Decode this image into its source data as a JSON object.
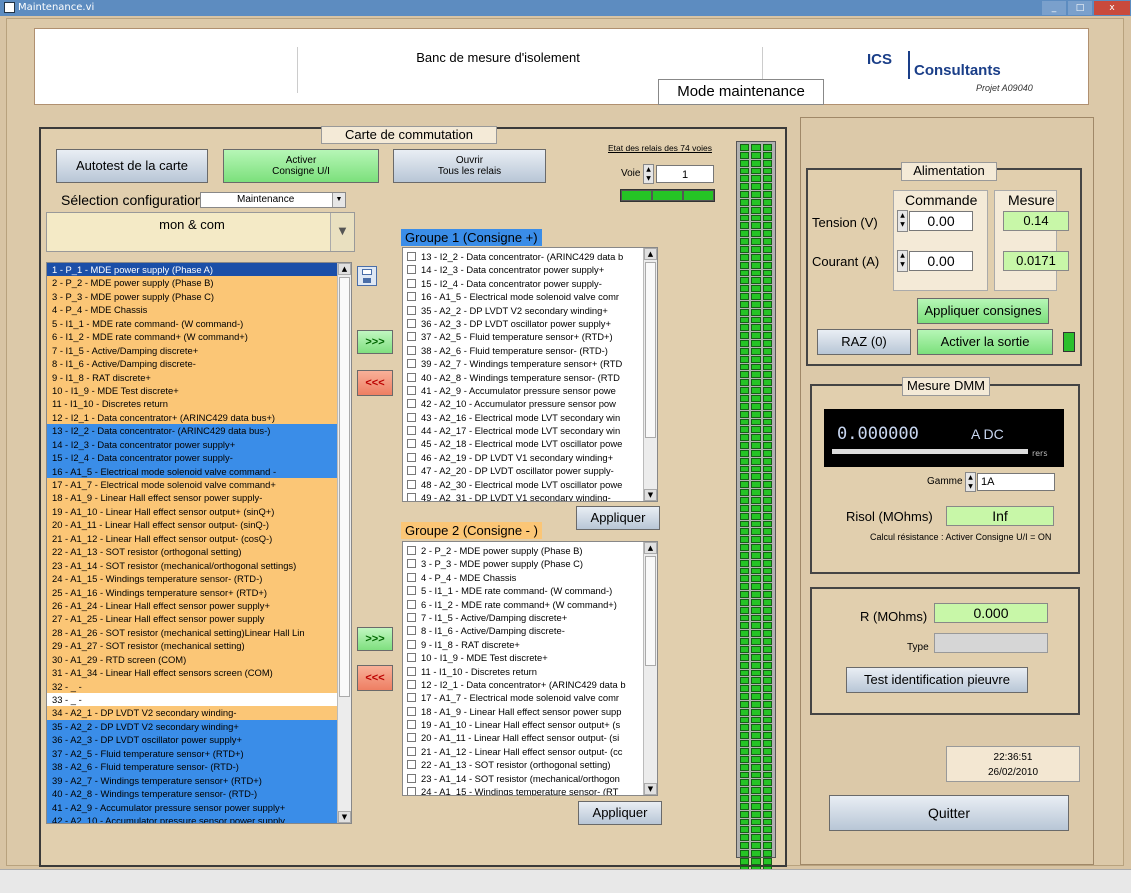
{
  "window": {
    "title": "Maintenance.vi",
    "min": "_",
    "max": "□",
    "close": "x"
  },
  "header": {
    "title": "Banc de mesure d'isolement",
    "mode": "Mode maintenance",
    "logo_left": "ICS",
    "logo_right": "Consultants",
    "project": "Projet A09040"
  },
  "carte": {
    "title": "Carte de commutation",
    "btn_autotest": "Autotest de la carte",
    "btn_activer_1": "Activer",
    "btn_activer_2": "Consigne U/I",
    "btn_ouvrir_1": "Ouvrir",
    "btn_ouvrir_2": "Tous les relais",
    "sel_label": "Sélection configuration",
    "sel_value": "Maintenance",
    "combo_value": "mon & com",
    "relay_title": "Etat des relais des 74 voies",
    "voie_label": "Voie",
    "voie_value": "1",
    "move_right": ">>>",
    "move_left": "<<<",
    "apply": "Appliquer"
  },
  "main_list": {
    "items": [
      {
        "t": "1 - P_1 - MDE power supply (Phase A)",
        "c": "sel"
      },
      {
        "t": "2 - P_2 - MDE power supply (Phase B)",
        "c": "orange"
      },
      {
        "t": "3 - P_3 - MDE power supply (Phase C)",
        "c": "orange"
      },
      {
        "t": "4 - P_4 - MDE Chassis",
        "c": "orange"
      },
      {
        "t": "5 - I1_1 - MDE rate command- (W command-)",
        "c": "orange"
      },
      {
        "t": "6 - I1_2 - MDE rate command+ (W command+)",
        "c": "orange"
      },
      {
        "t": "7 - I1_5 - Active/Damping discrete+",
        "c": "orange"
      },
      {
        "t": "8 - I1_6 - Active/Damping discrete-",
        "c": "orange"
      },
      {
        "t": "9 - I1_8 - RAT discrete+",
        "c": "orange"
      },
      {
        "t": "10 - I1_9 - MDE Test discrete+",
        "c": "orange"
      },
      {
        "t": "11 - I1_10 - Discretes return",
        "c": "orange"
      },
      {
        "t": "12 - I2_1 - Data concentrator+ (ARINC429 data bus+)",
        "c": "orange"
      },
      {
        "t": "13 - I2_2 - Data concentrator- (ARINC429 data bus-)",
        "c": "blue"
      },
      {
        "t": "14 - I2_3 - Data concentrator power supply+",
        "c": "blue"
      },
      {
        "t": "15 - I2_4 - Data concentrator power supply-",
        "c": "blue"
      },
      {
        "t": "16 - A1_5 - Electrical mode solenoid valve command -",
        "c": "blue"
      },
      {
        "t": "17 - A1_7 - Electrical mode solenoid valve command+",
        "c": "orange"
      },
      {
        "t": "18 - A1_9 - Linear Hall effect sensor power supply-",
        "c": "orange"
      },
      {
        "t": "19 - A1_10 - Linear Hall effect sensor output+ (sinQ+)",
        "c": "orange"
      },
      {
        "t": "20 - A1_11 - Linear Hall effect sensor output- (sinQ-)",
        "c": "orange"
      },
      {
        "t": "21 - A1_12 - Linear Hall effect sensor output- (cosQ-)",
        "c": "orange"
      },
      {
        "t": "22 - A1_13 - SOT resistor (orthogonal setting)",
        "c": "orange"
      },
      {
        "t": "23 - A1_14 - SOT resistor (mechanical/orthogonal settings)",
        "c": "orange"
      },
      {
        "t": "24 - A1_15 - Windings temperature sensor- (RTD-)",
        "c": "orange"
      },
      {
        "t": "25 - A1_16 - Windings temperature sensor+ (RTD+)",
        "c": "orange"
      },
      {
        "t": "26 - A1_24 - Linear Hall effect sensor power supply+",
        "c": "orange"
      },
      {
        "t": "27 - A1_25 - Linear Hall effect sensor power supply",
        "c": "orange"
      },
      {
        "t": "28 - A1_26 - SOT resistor (mechanical setting)Linear Hall Lin",
        "c": "orange"
      },
      {
        "t": "29 - A1_27 - SOT resistor (mechanical setting)",
        "c": "orange"
      },
      {
        "t": "30 - A1_29 - RTD screen (COM)",
        "c": "orange"
      },
      {
        "t": "31 - A1_34 - Linear Hall effect sensors screen (COM)",
        "c": "orange"
      },
      {
        "t": "32 - _ -",
        "c": "orange"
      },
      {
        "t": "33 - _ -",
        "c": "white"
      },
      {
        "t": "34 - A2_1 - DP LVDT V2 secondary winding-",
        "c": "orange"
      },
      {
        "t": "35 - A2_2 - DP LVDT V2 secondary winding+",
        "c": "blue"
      },
      {
        "t": "36 - A2_3 - DP LVDT oscillator power supply+",
        "c": "blue"
      },
      {
        "t": "37 - A2_5 - Fluid temperature sensor+ (RTD+)",
        "c": "blue"
      },
      {
        "t": "38 - A2_6 - Fluid temperature sensor- (RTD-)",
        "c": "blue"
      },
      {
        "t": "39 - A2_7 - Windings temperature sensor+ (RTD+)",
        "c": "blue"
      },
      {
        "t": "40 - A2_8 - Windings temperature sensor- (RTD-)",
        "c": "blue"
      },
      {
        "t": "41 - A2_9 - Accumulator pressure sensor power supply+",
        "c": "blue"
      },
      {
        "t": "42 - A2_10 - Accumulator pressure sensor power supply",
        "c": "blue"
      }
    ]
  },
  "groupe1": {
    "title": "Groupe 1 (Consigne +)",
    "items": [
      "13 - I2_2 - Data concentrator- (ARINC429 data b",
      "14 - I2_3 - Data concentrator power supply+",
      "15 - I2_4 - Data concentrator power supply-",
      "16 - A1_5 - Electrical mode solenoid valve comr",
      "35 - A2_2 - DP LVDT V2 secondary winding+",
      "36 - A2_3 - DP LVDT oscillator power supply+",
      "37 - A2_5 - Fluid temperature sensor+ (RTD+)",
      "38 - A2_6 - Fluid temperature sensor- (RTD-)",
      "39 - A2_7 - Windings temperature sensor+ (RTD",
      "40 - A2_8 - Windings temperature sensor- (RTD",
      "41 - A2_9 - Accumulator pressure sensor powe",
      "42 - A2_10 - Accumulator pressure sensor pow",
      "43 - A2_16 - Electrical mode LVT secondary win",
      "44 - A2_17 - Electrical mode LVT secondary win",
      "45 - A2_18 - Electrical mode LVT oscillator powe",
      "46 - A2_19 - DP LVDT V1 secondary winding+",
      "47 - A2_20 - DP LVDT oscillator power supply-",
      "48 - A2_30 - Electrical mode LVT oscillator powe",
      "49 - A2_31 - DP LVDT V1 secondary winding-"
    ]
  },
  "groupe2": {
    "title": "Groupe 2 (Consigne - )",
    "items": [
      "2 - P_2 - MDE power supply (Phase B)",
      "3 - P_3 - MDE power supply (Phase C)",
      "4 - P_4 - MDE Chassis",
      "5 - I1_1 - MDE rate command- (W command-)",
      "6 - I1_2 - MDE rate command+ (W command+)",
      "7 - I1_5 - Active/Damping discrete+",
      "8 - I1_6 - Active/Damping discrete-",
      "9 - I1_8 - RAT discrete+",
      "10 - I1_9 - MDE Test discrete+",
      "11 - I1_10 - Discretes return",
      "12 - I2_1 - Data concentrator+ (ARINC429 data b",
      "17 - A1_7 - Electrical mode solenoid valve comr",
      "18 - A1_9 - Linear Hall effect sensor power supp",
      "19 - A1_10 - Linear Hall effect sensor output+ (s",
      "20 - A1_11 - Linear Hall effect sensor output- (si",
      "21 - A1_12 - Linear Hall effect sensor output- (cc",
      "22 - A1_13 - SOT resistor (orthogonal setting)",
      "23 - A1_14 - SOT resistor (mechanical/orthogon",
      "24 - A1_15 - Windings temperature sensor- (RT"
    ]
  },
  "alim": {
    "title": "Alimentation",
    "commande": "Commande",
    "mesure": "Mesure",
    "tension": "Tension (V)",
    "courant": "Courant (A)",
    "tension_cmd": "0.00",
    "courant_cmd": "0.00",
    "tension_mes": "0.14",
    "courant_mes": "0.0171",
    "apply": "Appliquer consignes",
    "raz": "RAZ (0)",
    "activer": "Activer la sortie"
  },
  "dmm": {
    "title": "Mesure DMM",
    "value": "0.000000",
    "unit": "A DC",
    "scale": "rers",
    "gamme_label": "Gamme",
    "gamme_value": "1A",
    "risol_label": "Risol (MOhms)",
    "risol_value": "Inf",
    "note": "Calcul résistance : Activer Consigne U/I = ON"
  },
  "ident": {
    "r_label": "R  (MOhms)",
    "r_value": "0.000",
    "type_label": "Type",
    "type_value": "",
    "btn": "Test identification pieuvre"
  },
  "clock": {
    "time": "22:36:51",
    "date": "26/02/2010"
  },
  "quit": "Quitter",
  "colors": {
    "orange": "#fbc676",
    "blue": "#3a8de8",
    "selected": "#1b4fa8",
    "green_button": "#8fe88f",
    "led": "#25c425"
  }
}
